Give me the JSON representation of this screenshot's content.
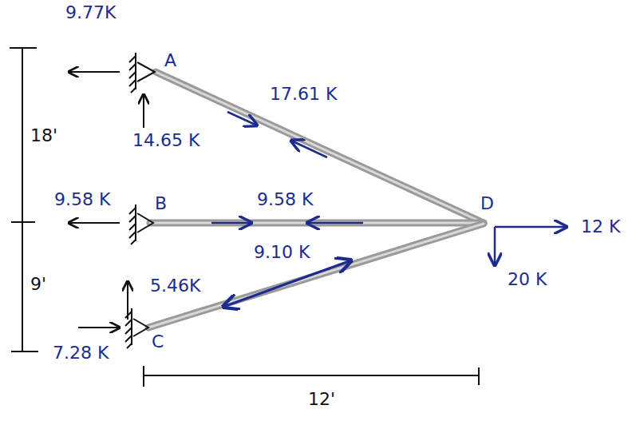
{
  "diagram": {
    "labels": [
      "9.77K",
      "A",
      "17.61 K",
      "18'",
      "14.65 K",
      "9.58 K",
      "B",
      "9.58 K",
      "D",
      "12 K",
      "20 K",
      "9.10 K",
      "5.46K",
      "9'",
      "7.28 K",
      "C",
      "12'"
    ]
  }
}
